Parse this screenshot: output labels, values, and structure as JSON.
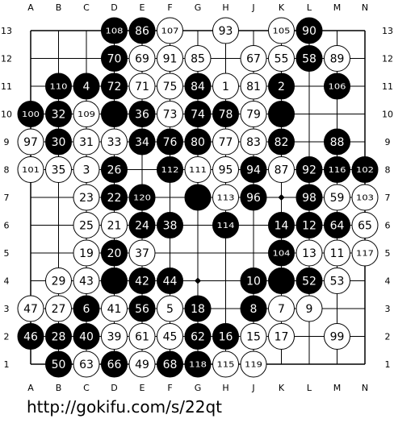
{
  "board": {
    "size": 13,
    "col_labels": [
      "A",
      "B",
      "C",
      "D",
      "E",
      "F",
      "G",
      "H",
      "J",
      "K",
      "L",
      "M",
      "N"
    ],
    "row_labels": [
      "13",
      "12",
      "11",
      "10",
      "9",
      "8",
      "7",
      "6",
      "5",
      "4",
      "3",
      "2",
      "1"
    ],
    "stones": [
      {
        "col": "D",
        "row": 13,
        "color": "black",
        "label": "108"
      },
      {
        "col": "E",
        "row": 13,
        "color": "black",
        "label": "86"
      },
      {
        "col": "F",
        "row": 13,
        "color": "white",
        "label": "107"
      },
      {
        "col": "H",
        "row": 13,
        "color": "white",
        "label": "93"
      },
      {
        "col": "K",
        "row": 13,
        "color": "white",
        "label": "105"
      },
      {
        "col": "L",
        "row": 13,
        "color": "black",
        "label": "90"
      },
      {
        "col": "D",
        "row": 12,
        "color": "black",
        "label": "70"
      },
      {
        "col": "E",
        "row": 12,
        "color": "white",
        "label": "69"
      },
      {
        "col": "F",
        "row": 12,
        "color": "white",
        "label": "91"
      },
      {
        "col": "G",
        "row": 12,
        "color": "white",
        "label": "85"
      },
      {
        "col": "J",
        "row": 12,
        "color": "white",
        "label": "67"
      },
      {
        "col": "K",
        "row": 12,
        "color": "white",
        "label": "55"
      },
      {
        "col": "L",
        "row": 12,
        "color": "black",
        "label": "58"
      },
      {
        "col": "M",
        "row": 12,
        "color": "white",
        "label": "89"
      },
      {
        "col": "B",
        "row": 11,
        "color": "black",
        "label": "110"
      },
      {
        "col": "C",
        "row": 11,
        "color": "black",
        "label": "4"
      },
      {
        "col": "D",
        "row": 11,
        "color": "black",
        "label": "72"
      },
      {
        "col": "E",
        "row": 11,
        "color": "white",
        "label": "71"
      },
      {
        "col": "F",
        "row": 11,
        "color": "white",
        "label": "75"
      },
      {
        "col": "G",
        "row": 11,
        "color": "black",
        "label": "84"
      },
      {
        "col": "H",
        "row": 11,
        "color": "white",
        "label": "1"
      },
      {
        "col": "J",
        "row": 11,
        "color": "white",
        "label": "81"
      },
      {
        "col": "K",
        "row": 11,
        "color": "black",
        "label": "2"
      },
      {
        "col": "M",
        "row": 11,
        "color": "black",
        "label": "106"
      },
      {
        "col": "A",
        "row": 10,
        "color": "black",
        "label": "100"
      },
      {
        "col": "B",
        "row": 10,
        "color": "black",
        "label": "32"
      },
      {
        "col": "C",
        "row": 10,
        "color": "white",
        "label": "109"
      },
      {
        "col": "D",
        "row": 10,
        "color": "black",
        "label": ""
      },
      {
        "col": "E",
        "row": 10,
        "color": "black",
        "label": "36"
      },
      {
        "col": "F",
        "row": 10,
        "color": "white",
        "label": "73"
      },
      {
        "col": "G",
        "row": 10,
        "color": "black",
        "label": "74"
      },
      {
        "col": "H",
        "row": 10,
        "color": "black",
        "label": "78"
      },
      {
        "col": "J",
        "row": 10,
        "color": "white",
        "label": "79"
      },
      {
        "col": "K",
        "row": 10,
        "color": "black",
        "label": ""
      },
      {
        "col": "A",
        "row": 9,
        "color": "white",
        "label": "97"
      },
      {
        "col": "B",
        "row": 9,
        "color": "black",
        "label": "30"
      },
      {
        "col": "C",
        "row": 9,
        "color": "white",
        "label": "31"
      },
      {
        "col": "D",
        "row": 9,
        "color": "white",
        "label": "33"
      },
      {
        "col": "E",
        "row": 9,
        "color": "black",
        "label": "34"
      },
      {
        "col": "F",
        "row": 9,
        "color": "black",
        "label": "76"
      },
      {
        "col": "G",
        "row": 9,
        "color": "black",
        "label": "80"
      },
      {
        "col": "H",
        "row": 9,
        "color": "white",
        "label": "77"
      },
      {
        "col": "J",
        "row": 9,
        "color": "white",
        "label": "83"
      },
      {
        "col": "K",
        "row": 9,
        "color": "black",
        "label": "82"
      },
      {
        "col": "M",
        "row": 9,
        "color": "black",
        "label": "88"
      },
      {
        "col": "A",
        "row": 8,
        "color": "white",
        "label": "101"
      },
      {
        "col": "B",
        "row": 8,
        "color": "white",
        "label": "35"
      },
      {
        "col": "C",
        "row": 8,
        "color": "white",
        "label": "3"
      },
      {
        "col": "D",
        "row": 8,
        "color": "black",
        "label": "26"
      },
      {
        "col": "F",
        "row": 8,
        "color": "black",
        "label": "112"
      },
      {
        "col": "G",
        "row": 8,
        "color": "white",
        "label": "111"
      },
      {
        "col": "H",
        "row": 8,
        "color": "white",
        "label": "95"
      },
      {
        "col": "J",
        "row": 8,
        "color": "black",
        "label": "94"
      },
      {
        "col": "K",
        "row": 8,
        "color": "white",
        "label": "87"
      },
      {
        "col": "L",
        "row": 8,
        "color": "black",
        "label": "92"
      },
      {
        "col": "M",
        "row": 8,
        "color": "black",
        "label": "116"
      },
      {
        "col": "N",
        "row": 8,
        "color": "black",
        "label": "102"
      },
      {
        "col": "C",
        "row": 7,
        "color": "white",
        "label": "23"
      },
      {
        "col": "D",
        "row": 7,
        "color": "black",
        "label": "22"
      },
      {
        "col": "E",
        "row": 7,
        "color": "black",
        "label": "120"
      },
      {
        "col": "G",
        "row": 7,
        "color": "black",
        "label": ""
      },
      {
        "col": "H",
        "row": 7,
        "color": "white",
        "label": "113"
      },
      {
        "col": "J",
        "row": 7,
        "color": "black",
        "label": "96"
      },
      {
        "col": "L",
        "row": 7,
        "color": "black",
        "label": "98"
      },
      {
        "col": "M",
        "row": 7,
        "color": "white",
        "label": "59"
      },
      {
        "col": "N",
        "row": 7,
        "color": "white",
        "label": "103"
      },
      {
        "col": "C",
        "row": 6,
        "color": "white",
        "label": "25"
      },
      {
        "col": "D",
        "row": 6,
        "color": "white",
        "label": "21"
      },
      {
        "col": "E",
        "row": 6,
        "color": "black",
        "label": "24"
      },
      {
        "col": "F",
        "row": 6,
        "color": "black",
        "label": "38"
      },
      {
        "col": "H",
        "row": 6,
        "color": "black",
        "label": "114"
      },
      {
        "col": "K",
        "row": 6,
        "color": "black",
        "label": "14"
      },
      {
        "col": "L",
        "row": 6,
        "color": "black",
        "label": "12"
      },
      {
        "col": "M",
        "row": 6,
        "color": "black",
        "label": "64"
      },
      {
        "col": "N",
        "row": 6,
        "color": "white",
        "label": "65"
      },
      {
        "col": "C",
        "row": 5,
        "color": "white",
        "label": "19"
      },
      {
        "col": "D",
        "row": 5,
        "color": "black",
        "label": "20"
      },
      {
        "col": "E",
        "row": 5,
        "color": "white",
        "label": "37"
      },
      {
        "col": "K",
        "row": 5,
        "color": "black",
        "label": "104"
      },
      {
        "col": "L",
        "row": 5,
        "color": "white",
        "label": "13"
      },
      {
        "col": "M",
        "row": 5,
        "color": "white",
        "label": "11"
      },
      {
        "col": "N",
        "row": 5,
        "color": "white",
        "label": "117"
      },
      {
        "col": "B",
        "row": 4,
        "color": "white",
        "label": "29"
      },
      {
        "col": "C",
        "row": 4,
        "color": "white",
        "label": "43"
      },
      {
        "col": "D",
        "row": 4,
        "color": "black",
        "label": ""
      },
      {
        "col": "E",
        "row": 4,
        "color": "black",
        "label": "42"
      },
      {
        "col": "F",
        "row": 4,
        "color": "black",
        "label": "44"
      },
      {
        "col": "J",
        "row": 4,
        "color": "black",
        "label": "10"
      },
      {
        "col": "K",
        "row": 4,
        "color": "black",
        "label": ""
      },
      {
        "col": "L",
        "row": 4,
        "color": "black",
        "label": "52"
      },
      {
        "col": "M",
        "row": 4,
        "color": "white",
        "label": "53"
      },
      {
        "col": "A",
        "row": 3,
        "color": "white",
        "label": "47"
      },
      {
        "col": "B",
        "row": 3,
        "color": "white",
        "label": "27"
      },
      {
        "col": "C",
        "row": 3,
        "color": "black",
        "label": "6"
      },
      {
        "col": "D",
        "row": 3,
        "color": "white",
        "label": "41"
      },
      {
        "col": "E",
        "row": 3,
        "color": "black",
        "label": "56"
      },
      {
        "col": "F",
        "row": 3,
        "color": "white",
        "label": "5"
      },
      {
        "col": "G",
        "row": 3,
        "color": "black",
        "label": "18"
      },
      {
        "col": "J",
        "row": 3,
        "color": "black",
        "label": "8"
      },
      {
        "col": "K",
        "row": 3,
        "color": "white",
        "label": "7"
      },
      {
        "col": "L",
        "row": 3,
        "color": "white",
        "label": "9"
      },
      {
        "col": "A",
        "row": 2,
        "color": "black",
        "label": "46"
      },
      {
        "col": "B",
        "row": 2,
        "color": "black",
        "label": "28"
      },
      {
        "col": "C",
        "row": 2,
        "color": "black",
        "label": "40"
      },
      {
        "col": "D",
        "row": 2,
        "color": "white",
        "label": "39"
      },
      {
        "col": "E",
        "row": 2,
        "color": "white",
        "label": "61"
      },
      {
        "col": "F",
        "row": 2,
        "color": "white",
        "label": "45"
      },
      {
        "col": "G",
        "row": 2,
        "color": "black",
        "label": "62"
      },
      {
        "col": "H",
        "row": 2,
        "color": "black",
        "label": "16"
      },
      {
        "col": "J",
        "row": 2,
        "color": "white",
        "label": "15"
      },
      {
        "col": "K",
        "row": 2,
        "color": "white",
        "label": "17"
      },
      {
        "col": "M",
        "row": 2,
        "color": "white",
        "label": "99"
      },
      {
        "col": "B",
        "row": 1,
        "color": "black",
        "label": "50"
      },
      {
        "col": "C",
        "row": 1,
        "color": "white",
        "label": "63"
      },
      {
        "col": "D",
        "row": 1,
        "color": "black",
        "label": "66"
      },
      {
        "col": "E",
        "row": 1,
        "color": "white",
        "label": "49"
      },
      {
        "col": "F",
        "row": 1,
        "color": "black",
        "label": "68"
      },
      {
        "col": "G",
        "row": 1,
        "color": "black",
        "label": "118"
      },
      {
        "col": "H",
        "row": 1,
        "color": "white",
        "label": "115"
      },
      {
        "col": "J",
        "row": 1,
        "color": "white",
        "label": "119"
      }
    ],
    "star_points": [
      {
        "col": "K",
        "row": 7
      },
      {
        "col": "G",
        "row": 4
      }
    ]
  },
  "footer": {
    "url": "http://gokifu.com/s/22qt"
  }
}
